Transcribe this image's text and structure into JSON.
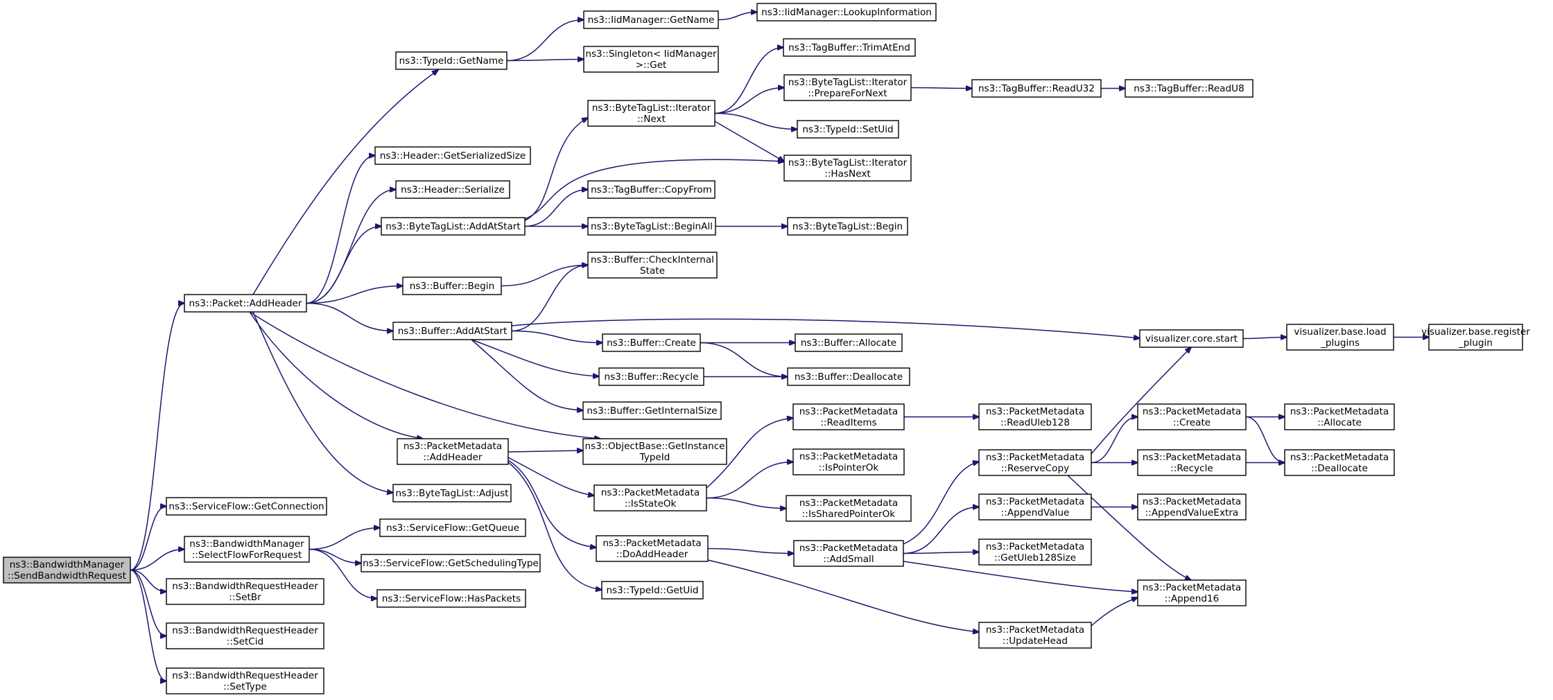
{
  "nodes": [
    {
      "id": "send_bw_request",
      "lines": [
        "ns3::BandwidthManager",
        "::SendBandwidthRequest"
      ],
      "root": true
    },
    {
      "id": "packet_addheader",
      "lines": [
        "ns3::Packet::AddHeader"
      ]
    },
    {
      "id": "sf_getconnection",
      "lines": [
        "ns3::ServiceFlow::GetConnection"
      ]
    },
    {
      "id": "bm_selectflow",
      "lines": [
        "ns3::BandwidthManager",
        "::SelectFlowForRequest"
      ]
    },
    {
      "id": "brh_setbr",
      "lines": [
        "ns3::BandwidthRequestHeader",
        "::SetBr"
      ]
    },
    {
      "id": "brh_setcid",
      "lines": [
        "ns3::BandwidthRequestHeader",
        "::SetCid"
      ]
    },
    {
      "id": "brh_settype",
      "lines": [
        "ns3::BandwidthRequestHeader",
        "::SetType"
      ]
    },
    {
      "id": "typeid_getname",
      "lines": [
        "ns3::TypeId::GetName"
      ]
    },
    {
      "id": "header_getsersize",
      "lines": [
        "ns3::Header::GetSerializedSize"
      ]
    },
    {
      "id": "header_serialize",
      "lines": [
        "ns3::Header::Serialize"
      ]
    },
    {
      "id": "btl_addatstart",
      "lines": [
        "ns3::ByteTagList::AddAtStart"
      ]
    },
    {
      "id": "buffer_begin",
      "lines": [
        "ns3::Buffer::Begin"
      ]
    },
    {
      "id": "buffer_addatstart",
      "lines": [
        "ns3::Buffer::AddAtStart"
      ]
    },
    {
      "id": "pm_addheader",
      "lines": [
        "ns3::PacketMetadata",
        "::AddHeader"
      ]
    },
    {
      "id": "btl_adjust",
      "lines": [
        "ns3::ByteTagList::Adjust"
      ]
    },
    {
      "id": "sf_getqueue",
      "lines": [
        "ns3::ServiceFlow::GetQueue"
      ]
    },
    {
      "id": "sf_getschedtype",
      "lines": [
        "ns3::ServiceFlow::GetSchedulingType"
      ]
    },
    {
      "id": "sf_haspackets",
      "lines": [
        "ns3::ServiceFlow::HasPackets"
      ]
    },
    {
      "id": "iidm_getname",
      "lines": [
        "ns3::IidManager::GetName"
      ]
    },
    {
      "id": "singleton_get",
      "lines": [
        "ns3::Singleton< IidManager",
        ">::Get"
      ]
    },
    {
      "id": "iidm_lookup",
      "lines": [
        "ns3::IidManager::LookupInformation"
      ]
    },
    {
      "id": "btl_iter_next",
      "lines": [
        "ns3::ByteTagList::Iterator",
        "::Next"
      ]
    },
    {
      "id": "tagbuf_copyfrom",
      "lines": [
        "ns3::TagBuffer::CopyFrom"
      ]
    },
    {
      "id": "btl_beginall",
      "lines": [
        "ns3::ByteTagList::BeginAll"
      ]
    },
    {
      "id": "buffer_checkinternal",
      "lines": [
        "ns3::Buffer::CheckInternal",
        "State"
      ]
    },
    {
      "id": "buffer_create",
      "lines": [
        "ns3::Buffer::Create"
      ]
    },
    {
      "id": "buffer_recycle",
      "lines": [
        "ns3::Buffer::Recycle"
      ]
    },
    {
      "id": "buffer_getinternalsize",
      "lines": [
        "ns3::Buffer::GetInternalSize"
      ]
    },
    {
      "id": "objbase_getinstance",
      "lines": [
        "ns3::ObjectBase::GetInstance",
        "TypeId"
      ]
    },
    {
      "id": "pm_isstateok",
      "lines": [
        "ns3::PacketMetadata",
        "::IsStateOk"
      ]
    },
    {
      "id": "pm_doaddheader",
      "lines": [
        "ns3::PacketMetadata",
        "::DoAddHeader"
      ]
    },
    {
      "id": "typeid_getuid",
      "lines": [
        "ns3::TypeId::GetUid"
      ]
    },
    {
      "id": "tagbuf_trimatend",
      "lines": [
        "ns3::TagBuffer::TrimAtEnd"
      ]
    },
    {
      "id": "btl_iter_preparefornext",
      "lines": [
        "ns3::ByteTagList::Iterator",
        "::PrepareForNext"
      ]
    },
    {
      "id": "typeid_setuid",
      "lines": [
        "ns3::TypeId::SetUid"
      ]
    },
    {
      "id": "btl_iter_hasnext",
      "lines": [
        "ns3::ByteTagList::Iterator",
        "::HasNext"
      ]
    },
    {
      "id": "btl_begin",
      "lines": [
        "ns3::ByteTagList::Begin"
      ]
    },
    {
      "id": "buffer_allocate",
      "lines": [
        "ns3::Buffer::Allocate"
      ]
    },
    {
      "id": "buffer_deallocate",
      "lines": [
        "ns3::Buffer::Deallocate"
      ]
    },
    {
      "id": "pm_readitems",
      "lines": [
        "ns3::PacketMetadata",
        "::ReadItems"
      ]
    },
    {
      "id": "pm_ispointerok",
      "lines": [
        "ns3::PacketMetadata",
        "::IsPointerOk"
      ]
    },
    {
      "id": "pm_issharedpointerok",
      "lines": [
        "ns3::PacketMetadata",
        "::IsSharedPointerOk"
      ]
    },
    {
      "id": "pm_addsmall",
      "lines": [
        "ns3::PacketMetadata",
        "::AddSmall"
      ]
    },
    {
      "id": "tagbuf_readu32",
      "lines": [
        "ns3::TagBuffer::ReadU32"
      ]
    },
    {
      "id": "tagbuf_readu8",
      "lines": [
        "ns3::TagBuffer::ReadU8"
      ]
    },
    {
      "id": "vis_core_start",
      "lines": [
        "visualizer.core.start"
      ]
    },
    {
      "id": "vis_base_load",
      "lines": [
        "visualizer.base.load",
        "_plugins"
      ]
    },
    {
      "id": "vis_base_register",
      "lines": [
        "visualizer.base.register",
        "_plugin"
      ]
    },
    {
      "id": "pm_readuleb128",
      "lines": [
        "ns3::PacketMetadata",
        "::ReadUleb128"
      ]
    },
    {
      "id": "pm_reservecopy",
      "lines": [
        "ns3::PacketMetadata",
        "::ReserveCopy"
      ]
    },
    {
      "id": "pm_appendvalue",
      "lines": [
        "ns3::PacketMetadata",
        "::AppendValue"
      ]
    },
    {
      "id": "pm_getuleb128size",
      "lines": [
        "ns3::PacketMetadata",
        "::GetUleb128Size"
      ]
    },
    {
      "id": "pm_updatehead",
      "lines": [
        "ns3::PacketMetadata",
        "::UpdateHead"
      ]
    },
    {
      "id": "pm_create",
      "lines": [
        "ns3::PacketMetadata",
        "::Create"
      ]
    },
    {
      "id": "pm_recycle",
      "lines": [
        "ns3::PacketMetadata",
        "::Recycle"
      ]
    },
    {
      "id": "pm_appendvalueextra",
      "lines": [
        "ns3::PacketMetadata",
        "::AppendValueExtra"
      ]
    },
    {
      "id": "pm_append16",
      "lines": [
        "ns3::PacketMetadata",
        "::Append16"
      ]
    },
    {
      "id": "pm_allocate",
      "lines": [
        "ns3::PacketMetadata",
        "::Allocate"
      ]
    },
    {
      "id": "pm_deallocate",
      "lines": [
        "ns3::PacketMetadata",
        "::Deallocate"
      ]
    }
  ],
  "edges": [
    [
      "send_bw_request",
      "packet_addheader"
    ],
    [
      "send_bw_request",
      "sf_getconnection"
    ],
    [
      "send_bw_request",
      "bm_selectflow"
    ],
    [
      "send_bw_request",
      "brh_setbr"
    ],
    [
      "send_bw_request",
      "brh_setcid"
    ],
    [
      "send_bw_request",
      "brh_settype"
    ],
    [
      "packet_addheader",
      "typeid_getname"
    ],
    [
      "packet_addheader",
      "header_getsersize"
    ],
    [
      "packet_addheader",
      "header_serialize"
    ],
    [
      "packet_addheader",
      "btl_addatstart"
    ],
    [
      "packet_addheader",
      "buffer_begin"
    ],
    [
      "packet_addheader",
      "buffer_addatstart"
    ],
    [
      "packet_addheader",
      "objbase_getinstance"
    ],
    [
      "packet_addheader",
      "pm_addheader"
    ],
    [
      "packet_addheader",
      "btl_adjust"
    ],
    [
      "bm_selectflow",
      "sf_getqueue"
    ],
    [
      "bm_selectflow",
      "sf_getschedtype"
    ],
    [
      "bm_selectflow",
      "sf_haspackets"
    ],
    [
      "typeid_getname",
      "iidm_getname"
    ],
    [
      "typeid_getname",
      "singleton_get"
    ],
    [
      "iidm_getname",
      "iidm_lookup"
    ],
    [
      "btl_addatstart",
      "btl_iter_next"
    ],
    [
      "btl_addatstart",
      "btl_iter_hasnext"
    ],
    [
      "btl_addatstart",
      "tagbuf_copyfrom"
    ],
    [
      "btl_addatstart",
      "btl_beginall"
    ],
    [
      "btl_beginall",
      "btl_begin"
    ],
    [
      "btl_iter_next",
      "tagbuf_trimatend"
    ],
    [
      "btl_iter_next",
      "btl_iter_preparefornext"
    ],
    [
      "btl_iter_next",
      "typeid_setuid"
    ],
    [
      "btl_iter_next",
      "btl_iter_hasnext"
    ],
    [
      "btl_iter_preparefornext",
      "tagbuf_readu32"
    ],
    [
      "tagbuf_readu32",
      "tagbuf_readu8"
    ],
    [
      "buffer_begin",
      "buffer_checkinternal"
    ],
    [
      "buffer_addatstart",
      "buffer_checkinternal"
    ],
    [
      "buffer_addatstart",
      "vis_core_start"
    ],
    [
      "buffer_addatstart",
      "buffer_create"
    ],
    [
      "buffer_addatstart",
      "buffer_recycle"
    ],
    [
      "buffer_addatstart",
      "buffer_getinternalsize"
    ],
    [
      "buffer_create",
      "buffer_allocate"
    ],
    [
      "buffer_create",
      "buffer_deallocate"
    ],
    [
      "buffer_recycle",
      "buffer_deallocate"
    ],
    [
      "vis_core_start",
      "vis_base_load"
    ],
    [
      "vis_base_load",
      "vis_base_register"
    ],
    [
      "pm_addheader",
      "objbase_getinstance"
    ],
    [
      "pm_addheader",
      "pm_isstateok"
    ],
    [
      "pm_addheader",
      "pm_doaddheader"
    ],
    [
      "pm_addheader",
      "typeid_getuid"
    ],
    [
      "pm_isstateok",
      "pm_readitems"
    ],
    [
      "pm_isstateok",
      "pm_ispointerok"
    ],
    [
      "pm_isstateok",
      "pm_issharedpointerok"
    ],
    [
      "pm_readitems",
      "pm_readuleb128"
    ],
    [
      "pm_doaddheader",
      "pm_addsmall"
    ],
    [
      "pm_doaddheader",
      "pm_updatehead"
    ],
    [
      "pm_addsmall",
      "pm_reservecopy"
    ],
    [
      "pm_addsmall",
      "pm_appendvalue"
    ],
    [
      "pm_addsmall",
      "pm_getuleb128size"
    ],
    [
      "pm_addsmall",
      "pm_append16"
    ],
    [
      "pm_reservecopy",
      "vis_core_start"
    ],
    [
      "pm_reservecopy",
      "pm_create"
    ],
    [
      "pm_reservecopy",
      "pm_recycle"
    ],
    [
      "pm_reservecopy",
      "pm_append16"
    ],
    [
      "pm_create",
      "pm_allocate"
    ],
    [
      "pm_create",
      "pm_deallocate"
    ],
    [
      "pm_recycle",
      "pm_deallocate"
    ],
    [
      "pm_appendvalue",
      "pm_appendvalueextra"
    ],
    [
      "pm_updatehead",
      "pm_append16"
    ]
  ]
}
